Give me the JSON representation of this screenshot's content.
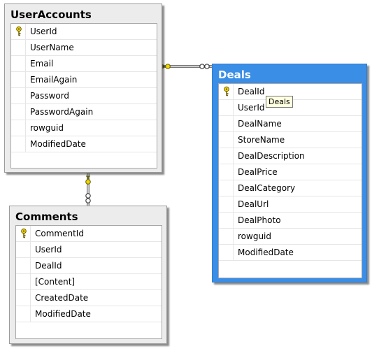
{
  "tables": {
    "user_accounts": {
      "name": "UserAccounts",
      "columns": [
        "UserId",
        "UserName",
        "Email",
        "EmailAgain",
        "Password",
        "PasswordAgain",
        "rowguid",
        "ModifiedDate"
      ],
      "primary_key": "UserId"
    },
    "deals": {
      "name": "Deals",
      "columns": [
        "DealId",
        "UserId",
        "DealName",
        "StoreName",
        "DealDescription",
        "DealPrice",
        "DealCategory",
        "DealUrl",
        "DealPhoto",
        "rowguid",
        "ModifiedDate"
      ],
      "primary_key": "DealId",
      "selected": true
    },
    "comments": {
      "name": "Comments",
      "columns": [
        "CommentId",
        "UserId",
        "DealId",
        "[Content]",
        "CreatedDate",
        "ModifiedDate"
      ],
      "primary_key": "CommentId"
    }
  },
  "tooltip": {
    "text": "Deals"
  },
  "relationships": [
    {
      "from": "UserAccounts",
      "to": "Deals",
      "type": "one-to-many"
    },
    {
      "from": "UserAccounts",
      "to": "Comments",
      "type": "one-to-many"
    }
  ],
  "colors": {
    "selected_header": "#3a8ee6",
    "key_icon": "#e6c200"
  }
}
